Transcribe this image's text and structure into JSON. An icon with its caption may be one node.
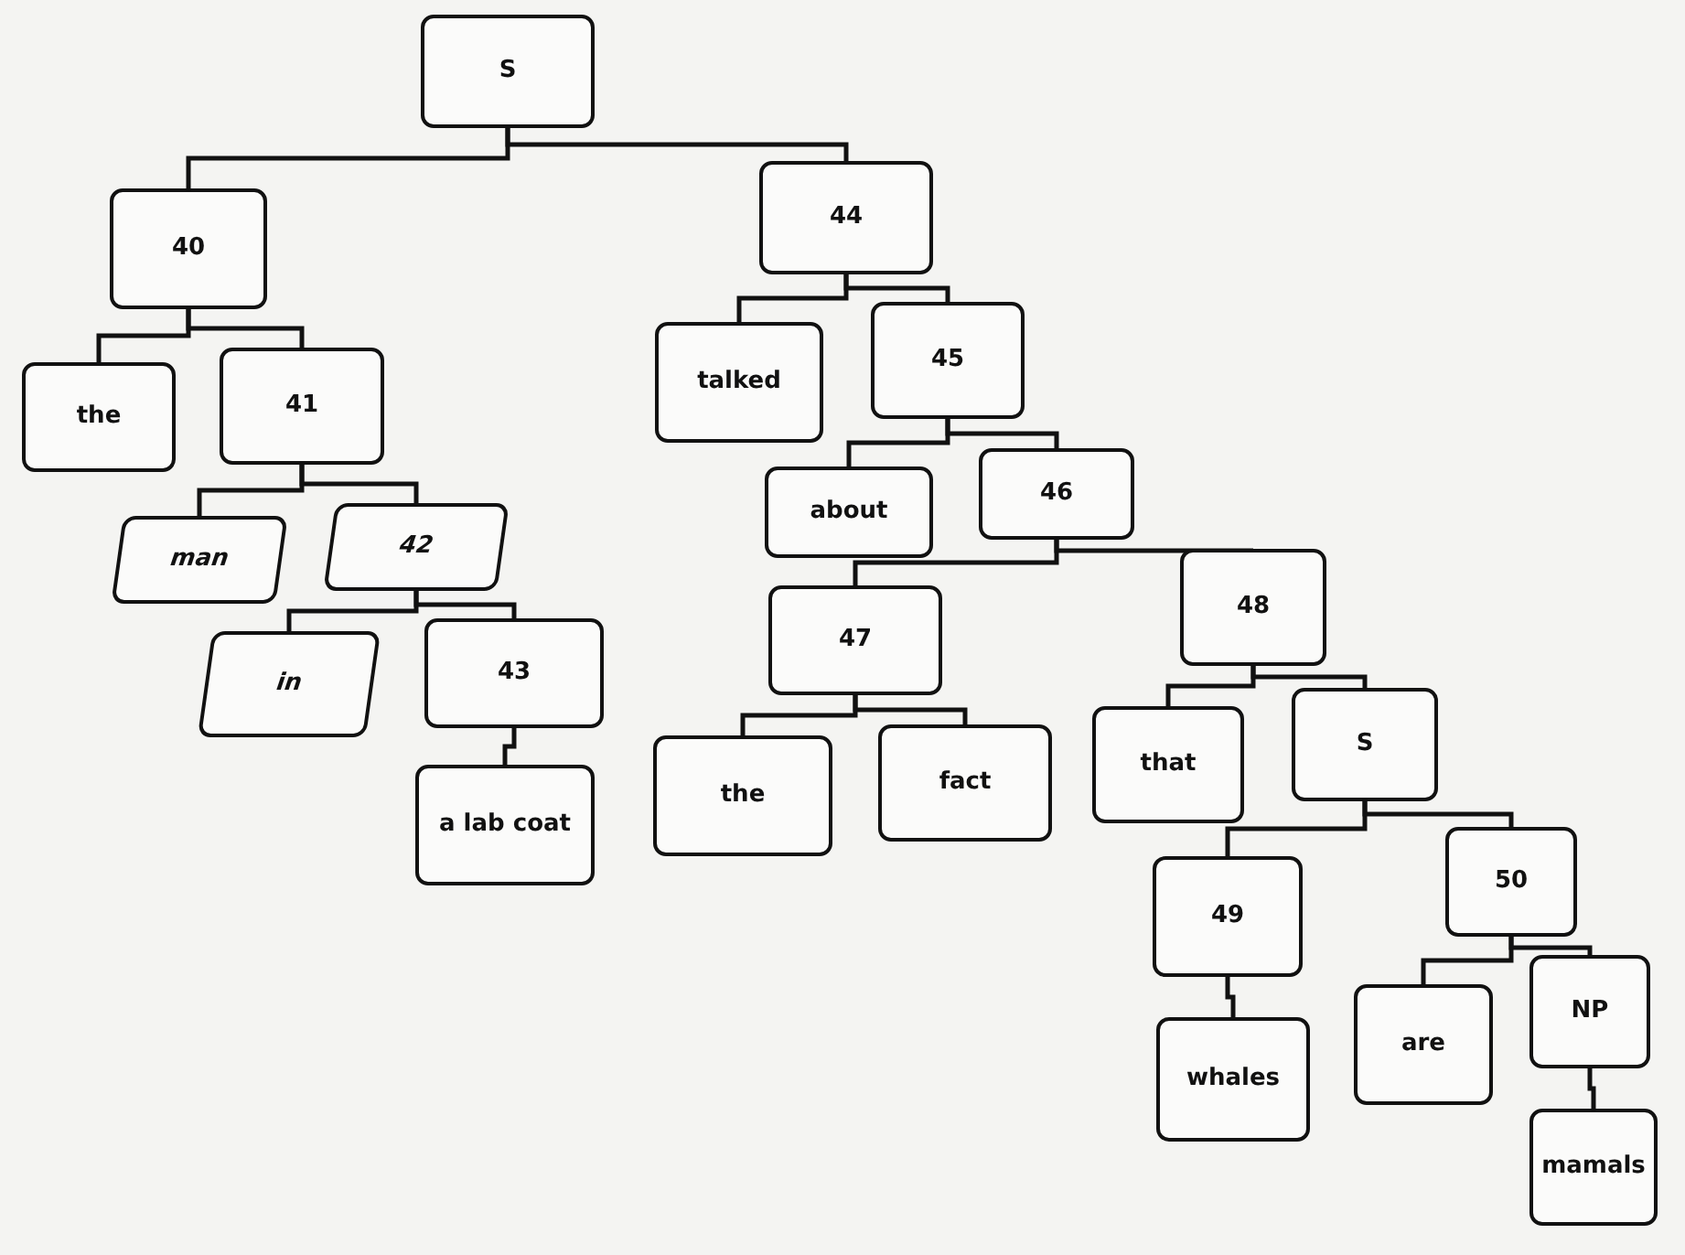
{
  "diagram": {
    "nodes": [
      {
        "text": [
          "S"
        ]
      },
      {
        "text": [
          "40"
        ]
      },
      {
        "text": [
          "44"
        ]
      },
      {
        "text": [
          "the"
        ]
      },
      {
        "text": [
          "41"
        ]
      },
      {
        "text": [
          "talked"
        ]
      },
      {
        "text": [
          "45"
        ]
      },
      {
        "text": [
          "man"
        ]
      },
      {
        "text": [
          "42"
        ]
      },
      {
        "text": [
          "about"
        ]
      },
      {
        "text": [
          "46"
        ]
      },
      {
        "text": [
          "in"
        ]
      },
      {
        "text": [
          "43"
        ]
      },
      {
        "text": [
          "47"
        ]
      },
      {
        "text": [
          "48"
        ]
      },
      {
        "text": [
          "a lab coat"
        ]
      },
      {
        "text": [
          "the"
        ]
      },
      {
        "text": [
          "fact"
        ]
      },
      {
        "text": [
          "that"
        ]
      },
      {
        "text": [
          "S"
        ]
      },
      {
        "text": [
          "49"
        ]
      },
      {
        "text": [
          "50"
        ]
      },
      {
        "text": [
          "whales"
        ]
      },
      {
        "text": [
          "are"
        ]
      },
      {
        "text": [
          "NP"
        ]
      },
      {
        "text": [
          "mamals"
        ]
      }
    ],
    "edges": [
      {
        "from": 0,
        "to": 1,
        "arrow": "none"
      },
      {
        "from": 0,
        "to": 2,
        "arrow": "none"
      },
      {
        "from": 1,
        "to": 3,
        "arrow": "none"
      },
      {
        "from": 1,
        "to": 4,
        "arrow": "none"
      },
      {
        "from": 2,
        "to": 5,
        "arrow": "none"
      },
      {
        "from": 2,
        "to": 6,
        "arrow": "none"
      },
      {
        "from": 4,
        "to": 7,
        "arrow": "none"
      },
      {
        "from": 4,
        "to": 8,
        "arrow": "none"
      },
      {
        "from": 6,
        "to": 9,
        "arrow": "none"
      },
      {
        "from": 6,
        "to": 10,
        "arrow": "none"
      },
      {
        "from": 8,
        "to": 11,
        "arrow": "none"
      },
      {
        "from": 8,
        "to": 12,
        "arrow": "none"
      },
      {
        "from": 10,
        "to": 13,
        "arrow": "none"
      },
      {
        "from": 10,
        "to": 14,
        "arrow": "none"
      },
      {
        "from": 12,
        "to": 15,
        "arrow": "none"
      },
      {
        "from": 13,
        "to": 16,
        "arrow": "none"
      },
      {
        "from": 13,
        "to": 17,
        "arrow": "none"
      },
      {
        "from": 14,
        "to": 18,
        "arrow": "none"
      },
      {
        "from": 14,
        "to": 19,
        "arrow": "none"
      },
      {
        "from": 19,
        "to": 20,
        "arrow": "none"
      },
      {
        "from": 19,
        "to": 21,
        "arrow": "none"
      },
      {
        "from": 20,
        "to": 22,
        "arrow": "none"
      },
      {
        "from": 21,
        "to": 23,
        "arrow": "none"
      },
      {
        "from": 21,
        "to": 24,
        "arrow": "none"
      },
      {
        "from": 24,
        "to": 25,
        "arrow": "none"
      }
    ]
  }
}
